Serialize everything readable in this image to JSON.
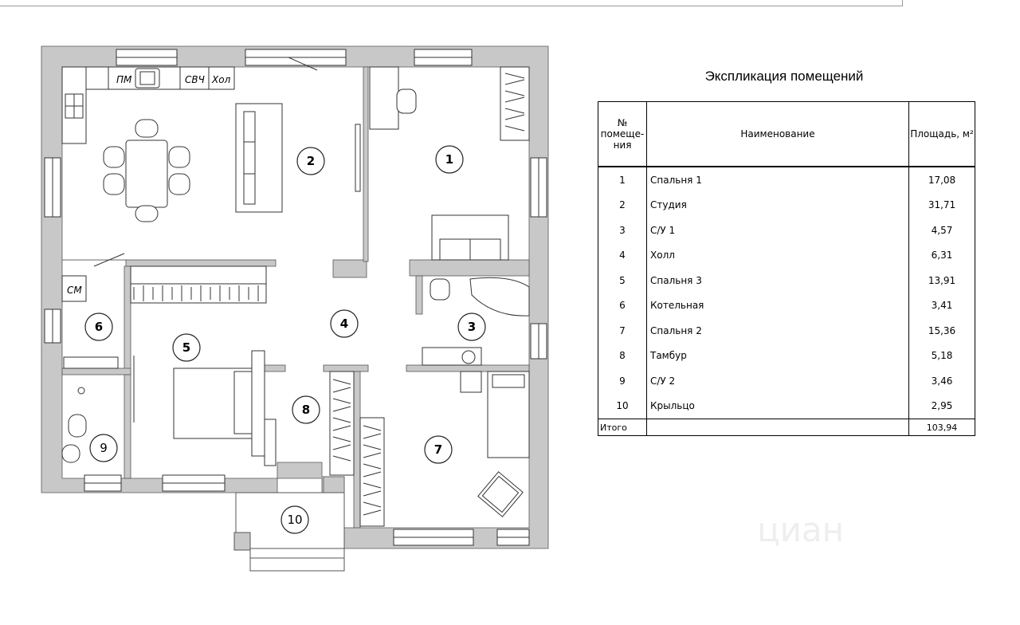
{
  "table": {
    "title": "Экспликация помещений",
    "headers": {
      "number": [
        "№",
        "помеще-",
        "ния"
      ],
      "name": "Наименование",
      "area": "Площадь, м²"
    },
    "rows": [
      {
        "num": "1",
        "name": "Спальня 1",
        "area": "17,08"
      },
      {
        "num": "2",
        "name": "Студия",
        "area": "31,71"
      },
      {
        "num": "3",
        "name": "С/У 1",
        "area": "4,57"
      },
      {
        "num": "4",
        "name": "Холл",
        "area": "6,31"
      },
      {
        "num": "5",
        "name": "Спальня 3",
        "area": "13,91"
      },
      {
        "num": "6",
        "name": "Котельная",
        "area": "3,41"
      },
      {
        "num": "7",
        "name": "Спальня 2",
        "area": "15,36"
      },
      {
        "num": "8",
        "name": "Тамбур",
        "area": "5,18"
      },
      {
        "num": "9",
        "name": "С/У 2",
        "area": "3,46"
      },
      {
        "num": "10",
        "name": "Крыльцо",
        "area": "2,95"
      }
    ],
    "total": {
      "label": "Итого",
      "area": "103,94"
    }
  },
  "plan": {
    "room_numbers": [
      "1",
      "2",
      "3",
      "4",
      "5",
      "6",
      "7",
      "8",
      "9",
      "10"
    ],
    "kitchen_labels": {
      "dishwasher": "ПМ",
      "microwave": "СВЧ",
      "fridge": "Хол"
    },
    "washer_label": "СМ"
  },
  "watermark": "циан",
  "colors": {
    "wall": "#c8c8c8",
    "line": "#2a2a2a"
  }
}
